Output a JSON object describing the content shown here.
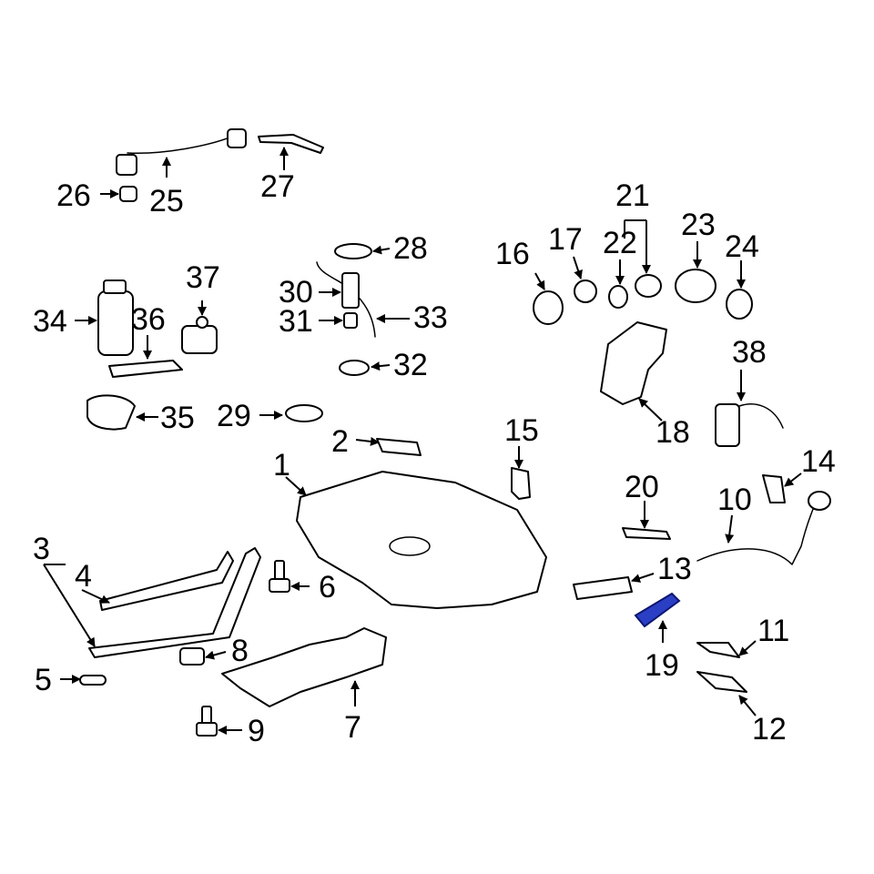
{
  "colors": {
    "background": "#ffffff",
    "line": "#000000",
    "highlight": "#2a3fc4"
  },
  "callouts": {
    "c1": "1",
    "c2": "2",
    "c3": "3",
    "c4": "4",
    "c5": "5",
    "c6": "6",
    "c7": "7",
    "c8": "8",
    "c9": "9",
    "c10": "10",
    "c11": "11",
    "c12": "12",
    "c13": "13",
    "c14": "14",
    "c15": "15",
    "c16": "16",
    "c17": "17",
    "c18": "18",
    "c19": "19",
    "c20": "20",
    "c21": "21",
    "c22": "22",
    "c23": "23",
    "c24": "24",
    "c25": "25",
    "c26": "26",
    "c27": "27",
    "c28": "28",
    "c29": "29",
    "c30": "30",
    "c31": "31",
    "c32": "32",
    "c33": "33",
    "c34": "34",
    "c35": "35",
    "c36": "36",
    "c37": "37",
    "c38": "38"
  },
  "highlighted_part": "19"
}
